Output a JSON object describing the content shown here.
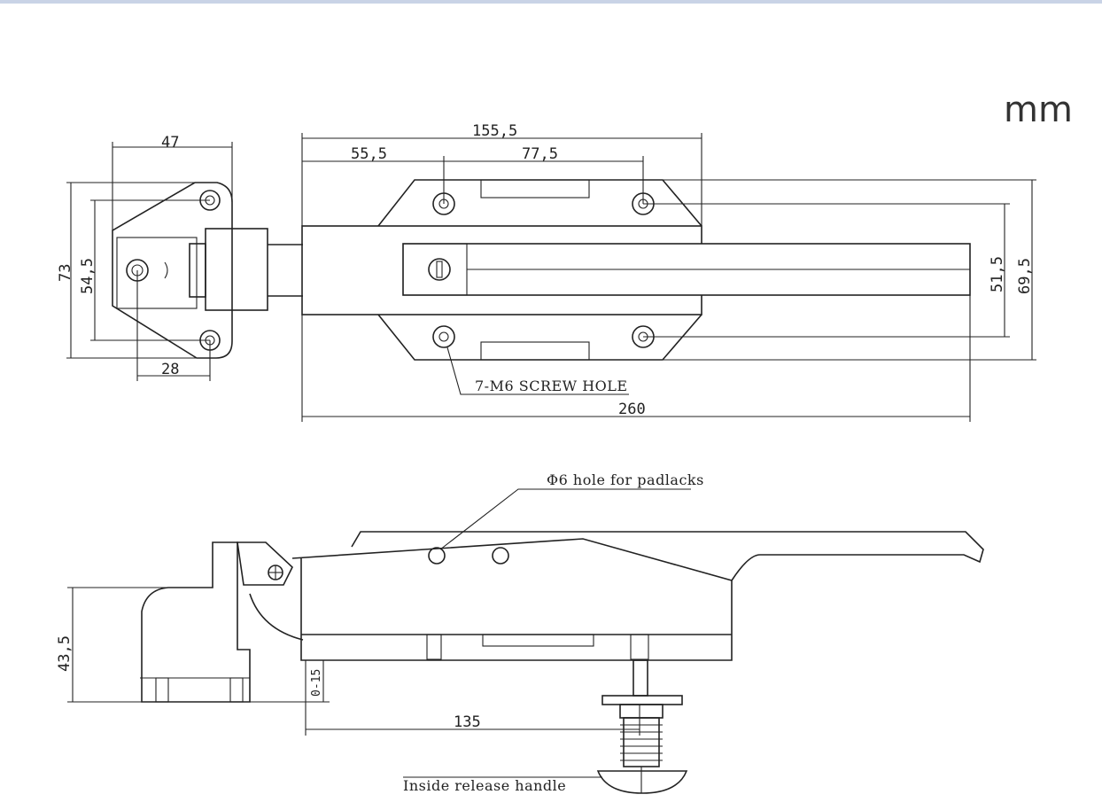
{
  "unit_label": "mm",
  "top_view": {
    "dims": {
      "width_47": "47",
      "height_73": "73",
      "height_54_5": "54,5",
      "width_28": "28",
      "width_155_5": "155,5",
      "width_55_5": "55,5",
      "width_77_5": "77,5",
      "height_51_5": "51,5",
      "height_69_5": "69,5",
      "length_260": "260"
    },
    "screw_note": "7-M6 SCREW HOLE"
  },
  "side_view": {
    "dims": {
      "height_43_5": "43,5",
      "gap_0_15": "0-15",
      "length_135": "135"
    },
    "padlock_note": "Φ6 hole for padlacks",
    "release_note": "Inside release handle"
  }
}
